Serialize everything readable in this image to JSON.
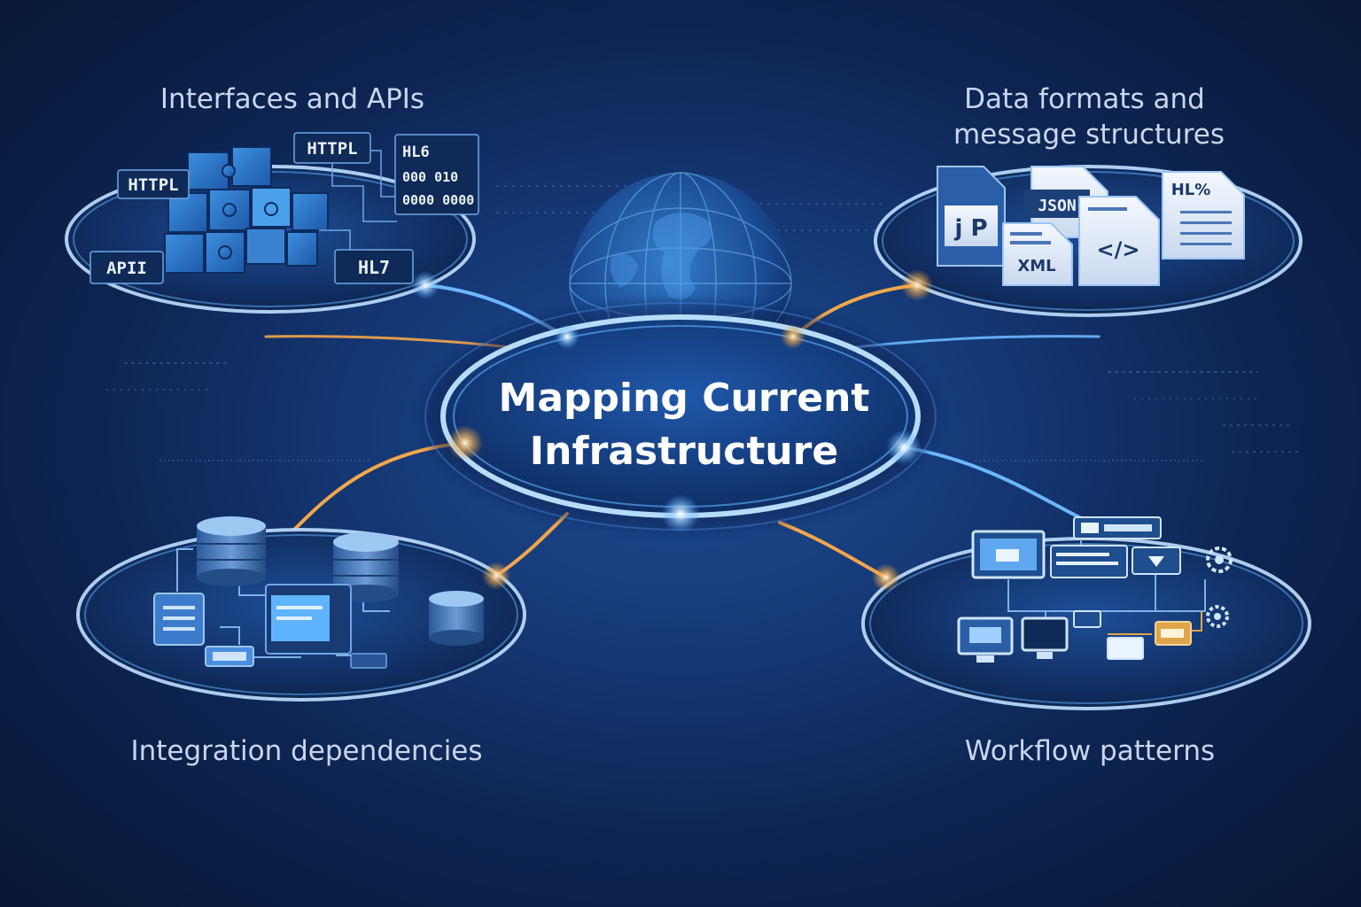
{
  "center": {
    "line1": "Mapping Current",
    "line2": "Infrastructure"
  },
  "nodes": {
    "top_left": {
      "label": "Interfaces and APIs",
      "tags": {
        "httpl_front": "HTTPL",
        "httpl_back": "HTTPL",
        "hl6": "HL6",
        "binary1": "000 010",
        "binary2": "0000 0000",
        "api": "APII",
        "hl7": "HL7"
      }
    },
    "top_right": {
      "label_line1": "Data formats and",
      "label_line2": "message structures",
      "docs": {
        "jp": "j P",
        "json": "JSON",
        "xml": "XML",
        "code": "</>",
        "hl": "HL%"
      }
    },
    "bottom_left": {
      "label": "Integration dependencies"
    },
    "bottom_right": {
      "label": "Workflow patterns"
    }
  },
  "colors": {
    "accent_blue": "#5fb4ff",
    "accent_orange": "#f3a64a",
    "ring": "#bfe0ff"
  }
}
